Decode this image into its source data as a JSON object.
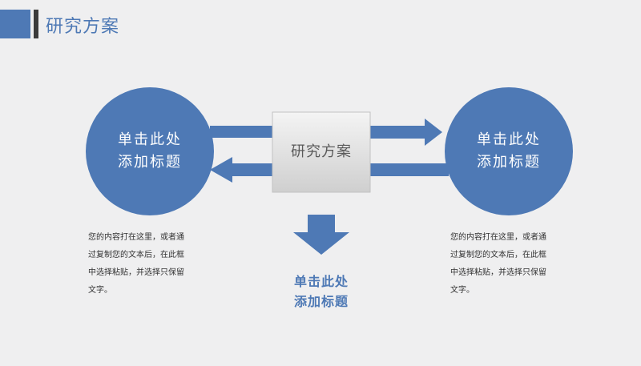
{
  "header": {
    "title": "研究方案"
  },
  "left_circle": {
    "line1": "单击此处",
    "line2": "添加标题"
  },
  "right_circle": {
    "line1": "单击此处",
    "line2": "添加标题"
  },
  "center_box": {
    "label": "研究方案"
  },
  "bottom": {
    "line1": "单击此处",
    "line2": "添加标题"
  },
  "left_text": {
    "lines": [
      "您的内容打在这里，或者通",
      "过复制您的文本后，在此框",
      "中选择粘贴，并选择只保留",
      "文字。"
    ]
  },
  "right_text": {
    "lines": [
      "您的内容打在这里，或者通",
      "过复制您的文本后，在此框",
      "中选择粘贴，并选择只保留",
      "文字。"
    ]
  },
  "colors": {
    "accent": "#4e79b5",
    "dark_bar": "#3b3b3b",
    "box_top": "#f4f4f4",
    "box_bottom": "#cfcfcf"
  }
}
